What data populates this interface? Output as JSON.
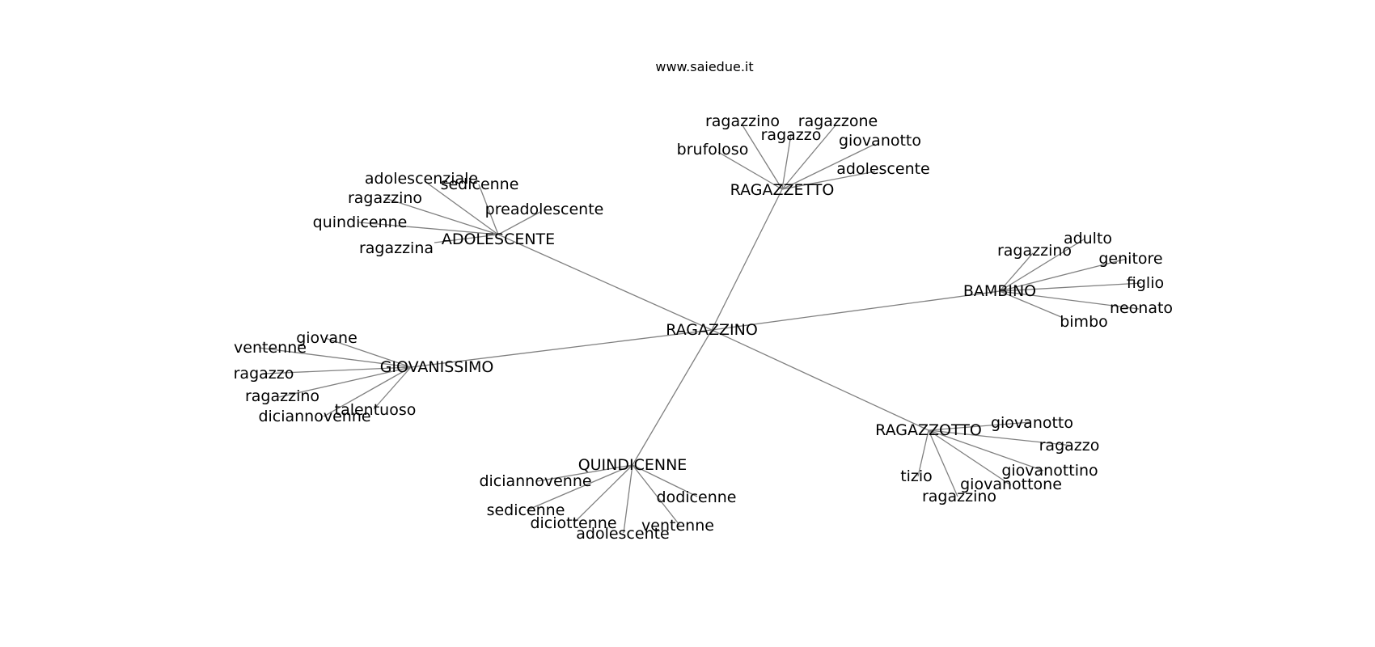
{
  "site": "www.saiedue.it",
  "colors": {
    "edge": "#808080",
    "text": "#000000",
    "background": "#ffffff"
  },
  "root": "RAGAZZINO",
  "groups": [
    {
      "label": "RAGAZZETTO",
      "leaves": [
        "ragazzino",
        "ragazzone",
        "ragazzo",
        "giovanotto",
        "brufoloso",
        "adolescente"
      ]
    },
    {
      "label": "ADOLESCENTE",
      "leaves": [
        "adolescenziale",
        "sedicenne",
        "ragazzino",
        "preadolescente",
        "quindicenne",
        "ragazzina"
      ]
    },
    {
      "label": "BAMBINO",
      "leaves": [
        "adulto",
        "ragazzino",
        "genitore",
        "figlio",
        "neonato",
        "bimbo"
      ]
    },
    {
      "label": "GIOVANISSIMO",
      "leaves": [
        "giovane",
        "ventenne",
        "ragazzo",
        "ragazzino",
        "talentuoso",
        "diciannovenne"
      ]
    },
    {
      "label": "RAGAZZOTTO",
      "leaves": [
        "giovanotto",
        "ragazzo",
        "giovanottino",
        "tizio",
        "giovanottone",
        "ragazzino"
      ]
    },
    {
      "label": "QUINDICENNE",
      "leaves": [
        "diciannovenne",
        "dodicenne",
        "sedicenne",
        "ventenne",
        "diciottenne",
        "adolescente"
      ]
    }
  ]
}
